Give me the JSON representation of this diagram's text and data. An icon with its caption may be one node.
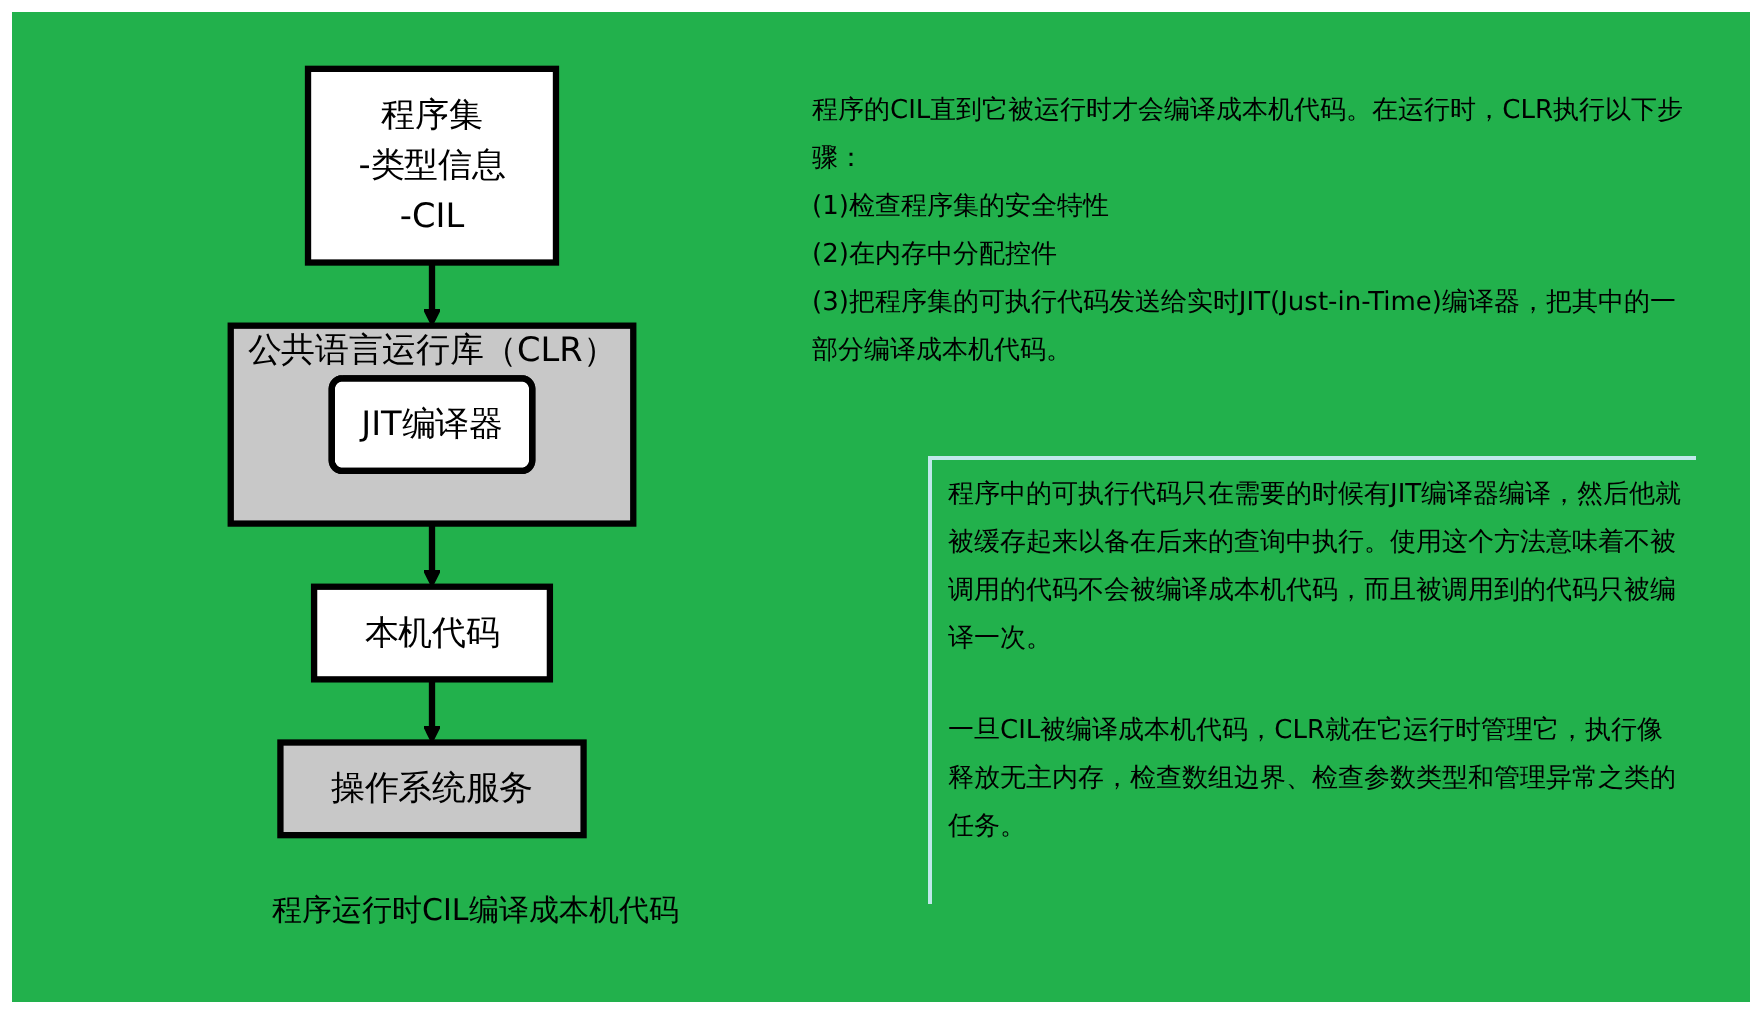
{
  "diagram": {
    "caption": "程序运行时CIL编译成本机代码",
    "nodes": [
      {
        "text": [
          "程序集",
          "-类型信息",
          "-CIL"
        ]
      },
      {
        "text": [
          "公共语言运行库（CLR）"
        ]
      },
      {
        "text": [
          "JIT编译器"
        ],
        "in": 1
      },
      {
        "text": [
          "本机代码"
        ]
      },
      {
        "text": [
          "操作系统服务"
        ]
      }
    ],
    "edges": [
      {
        "from": 0,
        "to": 1,
        "arrow": "to"
      },
      {
        "from": 1,
        "to": 3,
        "arrow": "to"
      },
      {
        "from": 3,
        "to": 4,
        "arrow": "to"
      }
    ],
    "labels": [
      "程序的CIL直到它被运行时才会编译成本机代码。在运行时，CLR执行以下步骤：",
      "(1)检查程序集的安全特性",
      "(2)在内存中分配控件",
      "(3)把程序集的可执行代码发送给实时JIT(Just-in-Time)编译器，把其中的一部分编译成本机代码。",
      "程序中的可执行代码只在需要的时候有JIT编译器编译，然后他就被缓存起来以备在后来的查询中执行。使用这个方法意味着不被调用的代码不会被编译成本机代码，而且被调用到的代码只被编译一次。",
      "一旦CIL被编译成本机代码，CLR就在它运行时管理它，执行像释放无主内存，检查数组边界、检查参数类型和管理异常之类的任务。"
    ]
  }
}
